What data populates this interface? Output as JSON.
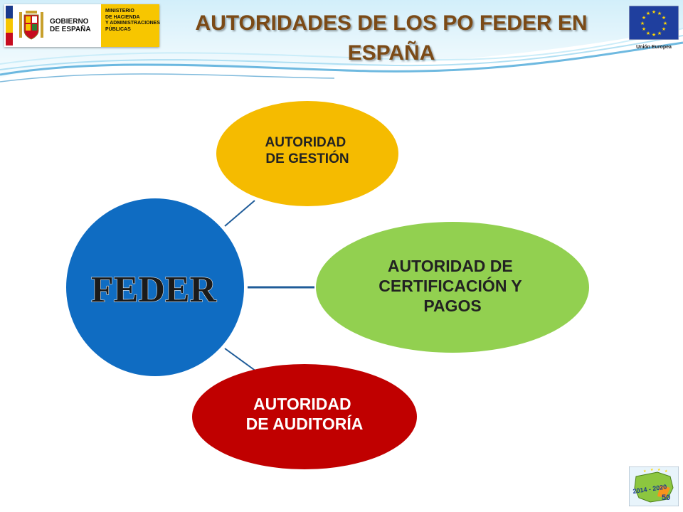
{
  "header": {
    "title_line1": "AUTORIDADES  DE LOS PO FEDER EN",
    "title_line2": "ESPAÑA",
    "gov_name_line1": "GOBIERNO",
    "gov_name_line2": "DE ESPAÑA",
    "ministry_line1": "MINISTERIO",
    "ministry_line2": "DE HACIENDA",
    "ministry_line3": "Y ADMINISTRACIONES",
    "ministry_line4": "PÚBLICAS",
    "eu_caption": "Unión Europea"
  },
  "diagram": {
    "center": {
      "label": "FEDER",
      "color": "#0f6cc2"
    },
    "nodes": [
      {
        "id": "gestion",
        "lines": [
          "AUTORIDAD",
          "DE GESTIÓN"
        ],
        "fill": "#f5bb00",
        "text_color": "#222222"
      },
      {
        "id": "certificacion",
        "lines": [
          "AUTORIDAD DE",
          "CERTIFICACIÓN Y",
          "PAGOS"
        ],
        "fill": "#92d050",
        "text_color": "#222222"
      },
      {
        "id": "auditoria",
        "lines": [
          "AUTORIDAD",
          "DE AUDITORÍA"
        ],
        "fill": "#c00000",
        "text_color": "#ffffff"
      }
    ],
    "connector_color": "#1f5c99"
  },
  "footer": {
    "period_label": "2014 - 2020",
    "slide_number": "50"
  }
}
